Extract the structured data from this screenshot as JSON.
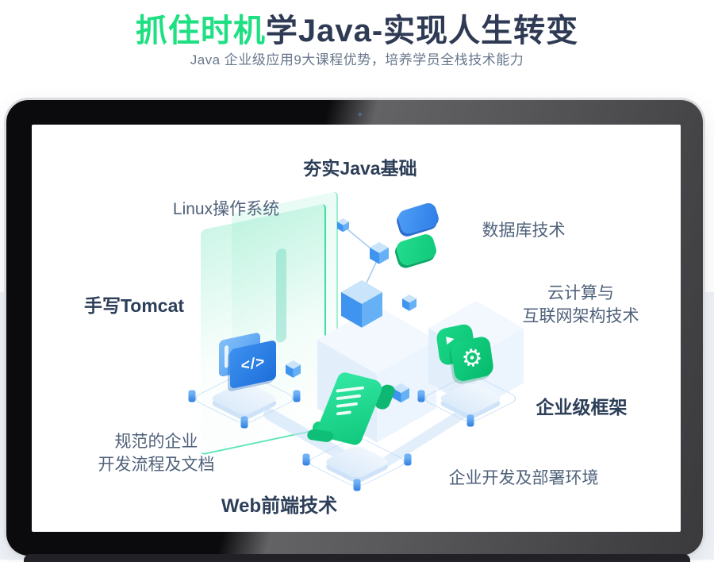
{
  "header": {
    "title_highlight": "抓住时机",
    "title_rest": "学Java-实现人生转变",
    "subtitle": "Java 企业级应用9大课程优势，培养学员全栈技术能力"
  },
  "screen": {
    "labels": {
      "java_basics": "夯实Java基础",
      "linux": "Linux操作系统",
      "database": "数据库技术",
      "tomcat": "手写Tomcat",
      "cloud_line1": "云计算与",
      "cloud_line2": "互联网架构技术",
      "framework": "企业级框架",
      "process_line1": "规范的企业",
      "process_line2": "开发流程及文档",
      "deploy": "企业开发及部署环境",
      "web": "Web前端技术"
    },
    "icons": {
      "code_glyph": "</>",
      "gear_glyph": "⚙",
      "play_glyph": "▶"
    }
  },
  "colors": {
    "accent_green": "#1ee082",
    "title_navy": "#2f3a54",
    "label_slate": "#50627b",
    "label_bold_navy": "#2c3e58",
    "cube_blue": "#3e94ee",
    "icon_green": "#12cf80",
    "band_gray": "#eff2f7"
  }
}
